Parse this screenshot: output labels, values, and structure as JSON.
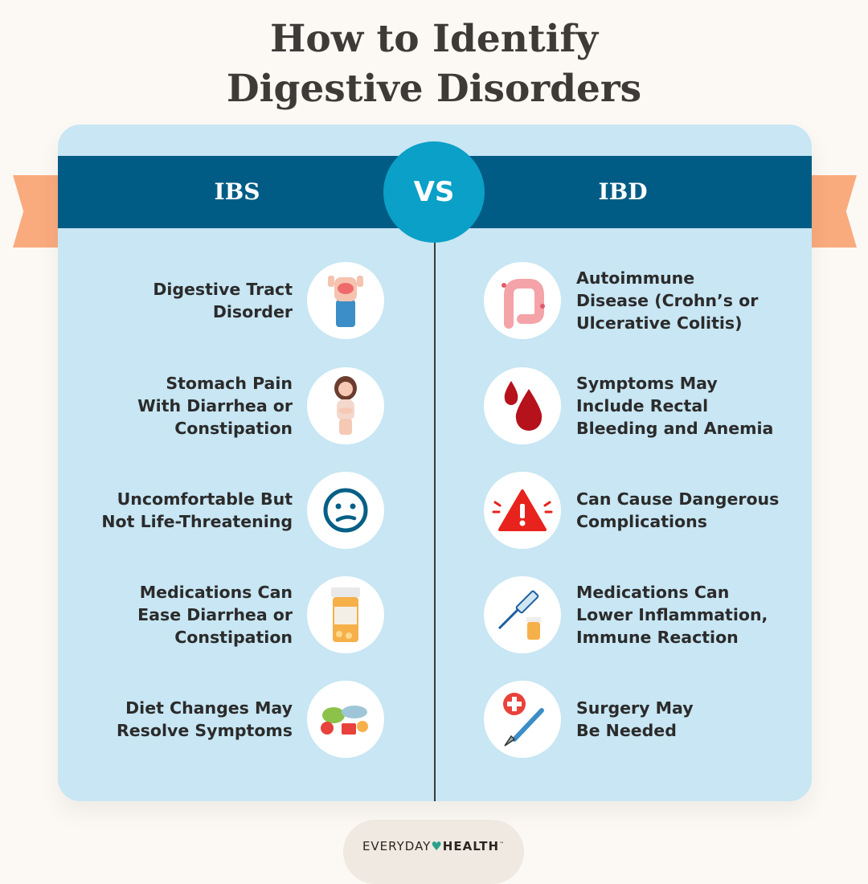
{
  "title": {
    "line1": "How to Identify",
    "line2": "Digestive Disorders"
  },
  "header": {
    "left": "IBS",
    "vs": "VS",
    "right": "IBD"
  },
  "colors": {
    "band": "#015c85",
    "vs_circle": "#0aa0c8",
    "panel": "#c8e6f3",
    "ribbon": "#f9ab7e"
  },
  "ibs": [
    {
      "lines": [
        "Digestive Tract",
        "Disorder"
      ],
      "icon": "abdomen-pain-icon"
    },
    {
      "lines": [
        "Stomach Pain",
        "With Diarrhea or",
        "Constipation"
      ],
      "icon": "woman-stomach-ache-icon"
    },
    {
      "lines": [
        "Uncomfortable But",
        "Not Life-Threatening"
      ],
      "icon": "confused-face-icon"
    },
    {
      "lines": [
        "Medications Can",
        "Ease Diarrhea or",
        "Constipation"
      ],
      "icon": "pill-bottle-icon"
    },
    {
      "lines": [
        "Diet Changes May",
        "Resolve Symptoms"
      ],
      "icon": "healthy-food-icon"
    }
  ],
  "ibd": [
    {
      "lines": [
        "Autoimmune",
        "Disease (Crohn’s or",
        "Ulcerative Colitis)"
      ],
      "icon": "inflamed-colon-icon"
    },
    {
      "lines": [
        "Symptoms May",
        "Include Rectal",
        "Bleeding and Anemia"
      ],
      "icon": "blood-drops-icon"
    },
    {
      "lines": [
        "Can Cause Dangerous",
        "Complications"
      ],
      "icon": "warning-icon"
    },
    {
      "lines": [
        "Medications Can",
        "Lower Inflammation,",
        "Immune Reaction"
      ],
      "icon": "syringe-medication-icon"
    },
    {
      "lines": [
        "Surgery May",
        "Be Needed"
      ],
      "icon": "scalpel-icon"
    }
  ],
  "logo": {
    "left": "EVERYDAY",
    "right": "HEALTH",
    "tm": "™"
  }
}
